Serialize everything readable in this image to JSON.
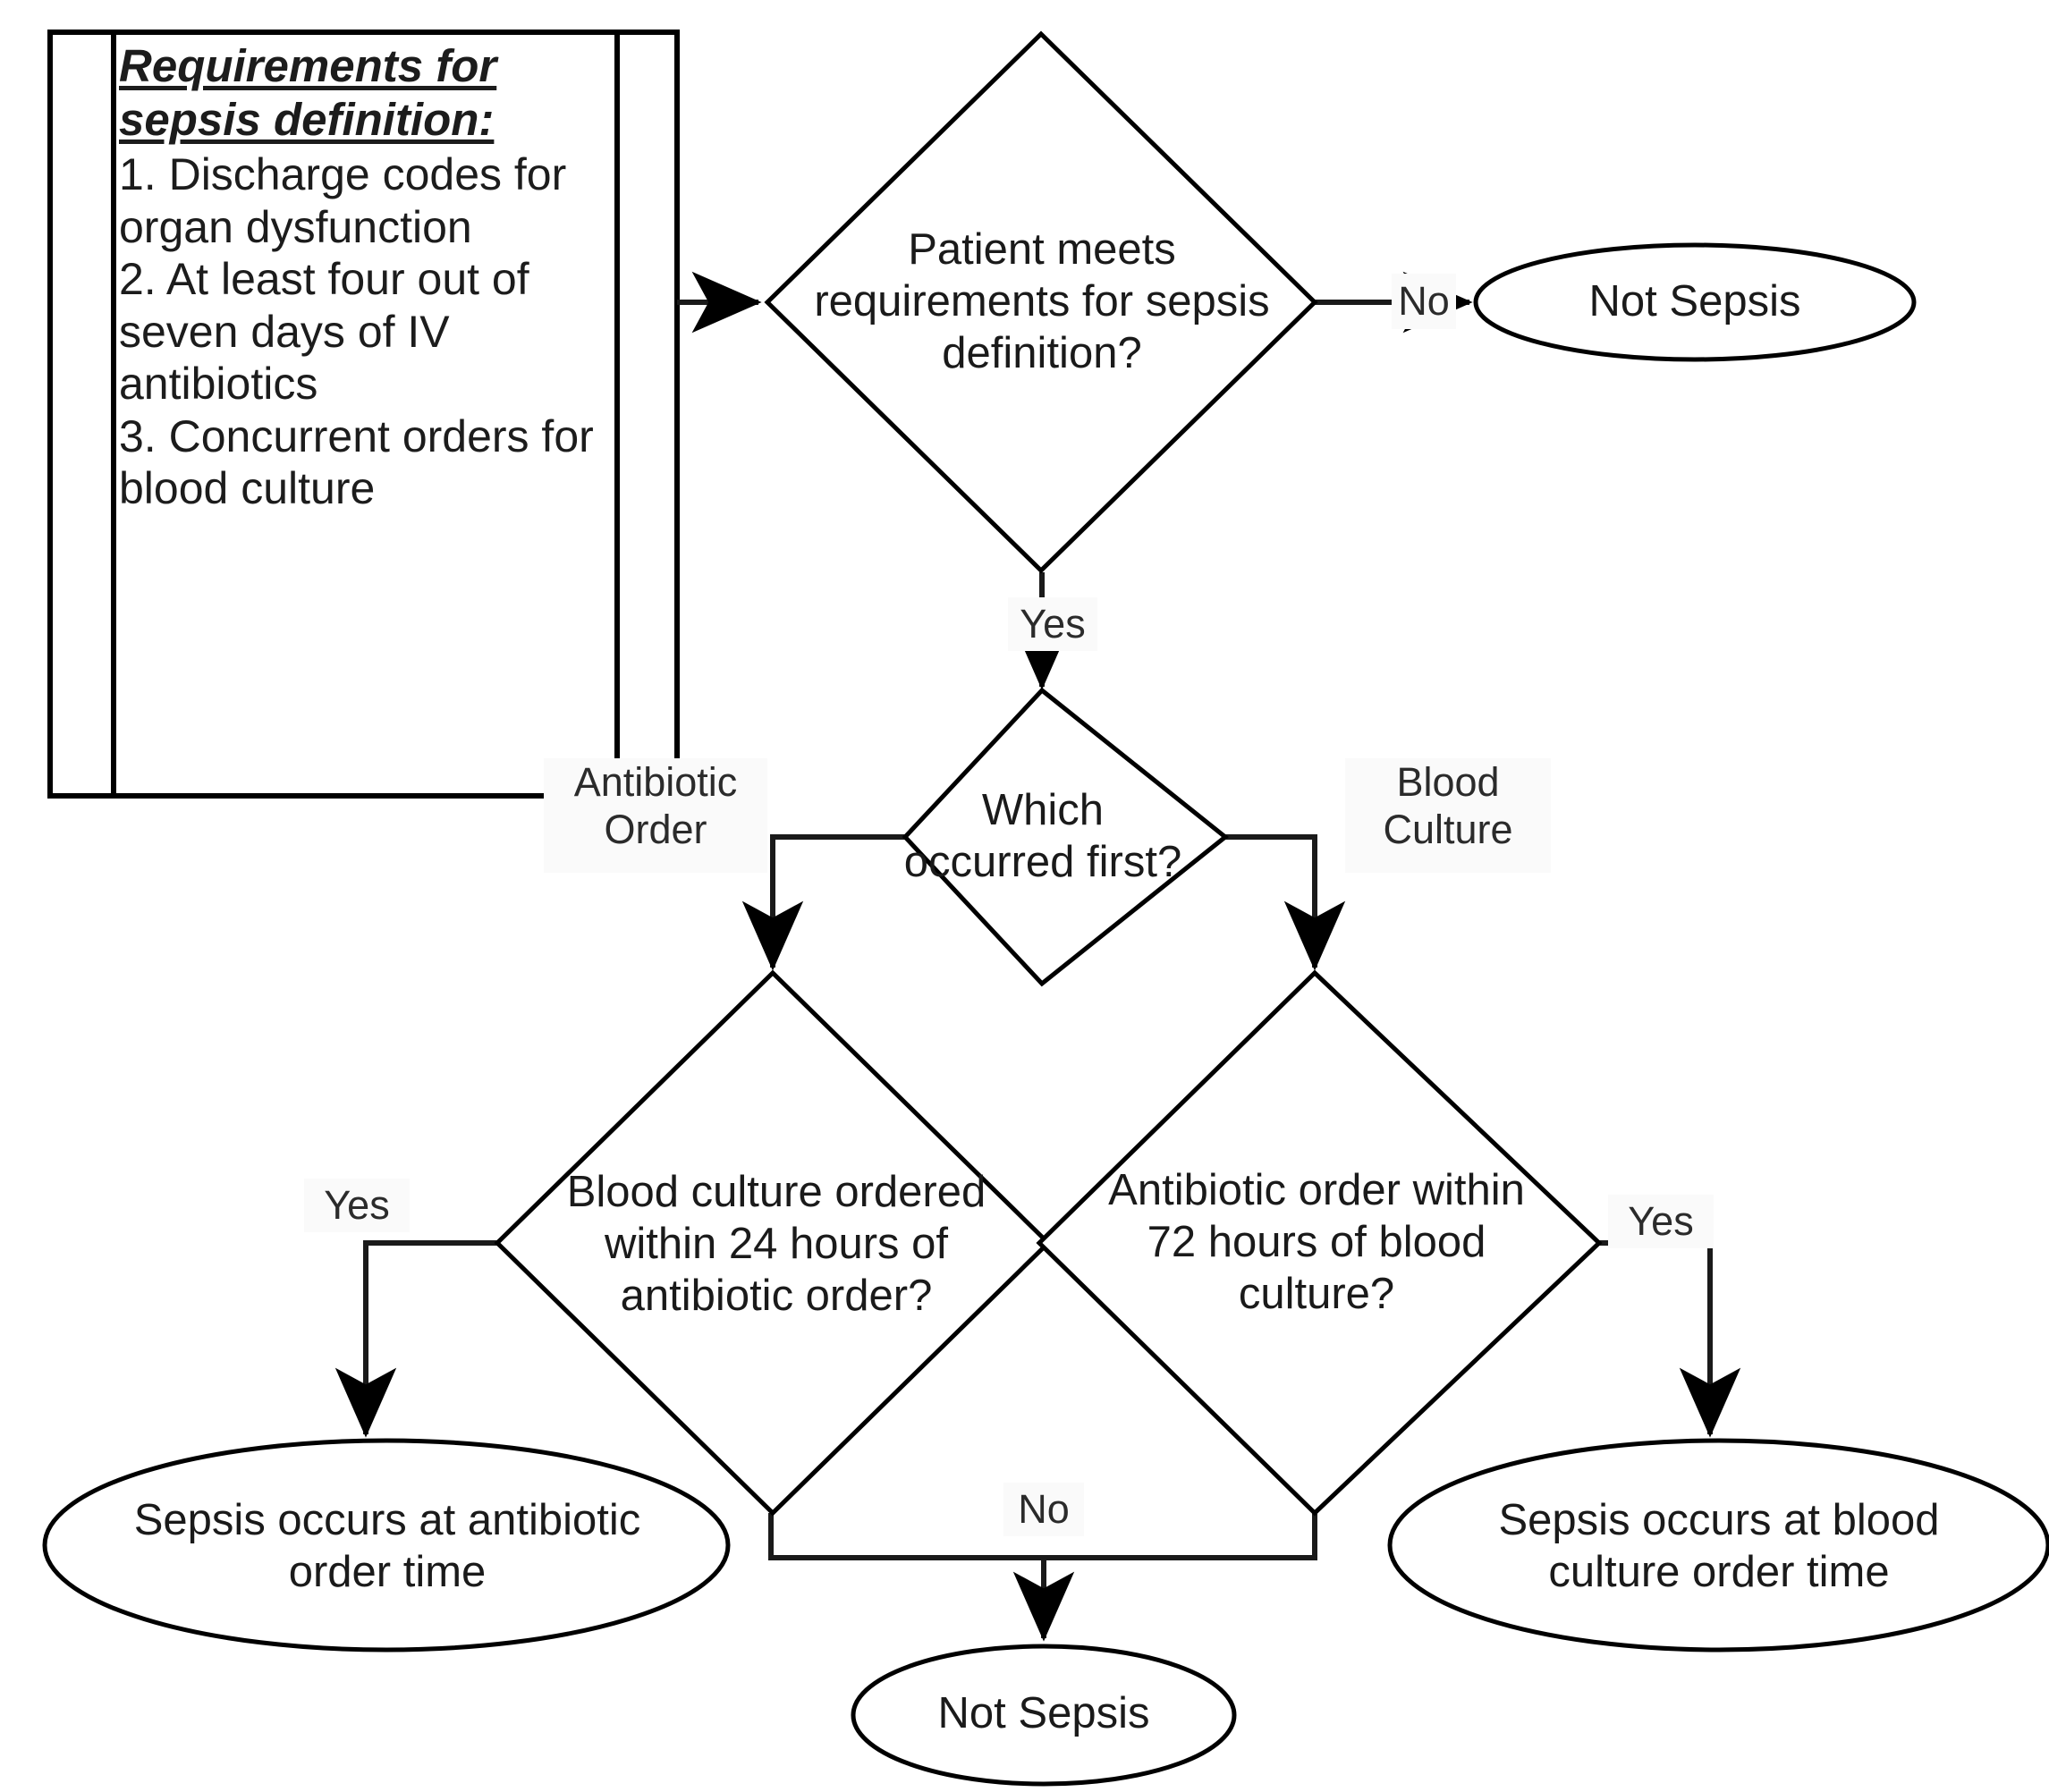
{
  "diagram": {
    "type": "flowchart",
    "title": "Sepsis definition decision flowchart",
    "requirements_box": {
      "heading": "Requirements for sepsis definition:",
      "items_text": "1. Discharge codes for organ dysfunction\n2. At least four out of seven days of IV antibiotics\n3. Concurrent orders for blood culture",
      "items": [
        "1. Discharge codes for organ dysfunction",
        "2. At least four out of seven days of IV antibiotics",
        "3. Concurrent orders for blood culture"
      ]
    },
    "nodes": {
      "d1": {
        "shape": "diamond",
        "text": "Patient meets requirements for sepsis definition?"
      },
      "not_sepsis_top": {
        "shape": "ellipse",
        "text": "Not Sepsis"
      },
      "d2": {
        "shape": "diamond",
        "text": "Which occurred first?"
      },
      "d3": {
        "shape": "diamond",
        "text": "Blood culture ordered within 24 hours of antibiotic order?"
      },
      "d4": {
        "shape": "diamond",
        "text": "Antibiotic order within 72 hours of blood culture?"
      },
      "out_abx": {
        "shape": "ellipse",
        "text": "Sepsis occurs at antibiotic order time"
      },
      "out_bc": {
        "shape": "ellipse",
        "text": "Sepsis occurs at blood culture order time"
      },
      "not_sepsis_bottom": {
        "shape": "ellipse",
        "text": "Not Sepsis"
      }
    },
    "edge_labels": {
      "d1_no": "No",
      "d1_yes": "Yes",
      "d2_left": "Antibiotic Order",
      "d2_right": "Blood Culture",
      "d3_yes": "Yes",
      "d4_yes": "Yes",
      "merge_no": "No"
    },
    "edges": [
      {
        "from": "requirements_box",
        "to": "d1",
        "label": ""
      },
      {
        "from": "d1",
        "to": "not_sepsis_top",
        "label": "No"
      },
      {
        "from": "d1",
        "to": "d2",
        "label": "Yes"
      },
      {
        "from": "d2",
        "to": "d3",
        "label": "Antibiotic Order"
      },
      {
        "from": "d2",
        "to": "d4",
        "label": "Blood Culture"
      },
      {
        "from": "d3",
        "to": "out_abx",
        "label": "Yes"
      },
      {
        "from": "d4",
        "to": "out_bc",
        "label": "Yes"
      },
      {
        "from": "d3",
        "to": "not_sepsis_bottom",
        "label": "No"
      },
      {
        "from": "d4",
        "to": "not_sepsis_bottom",
        "label": "No"
      }
    ],
    "colors": {
      "stroke": "#000000",
      "fill": "#ffffff",
      "text": "#1a1a1a",
      "connector": "#1a1a1a"
    }
  }
}
